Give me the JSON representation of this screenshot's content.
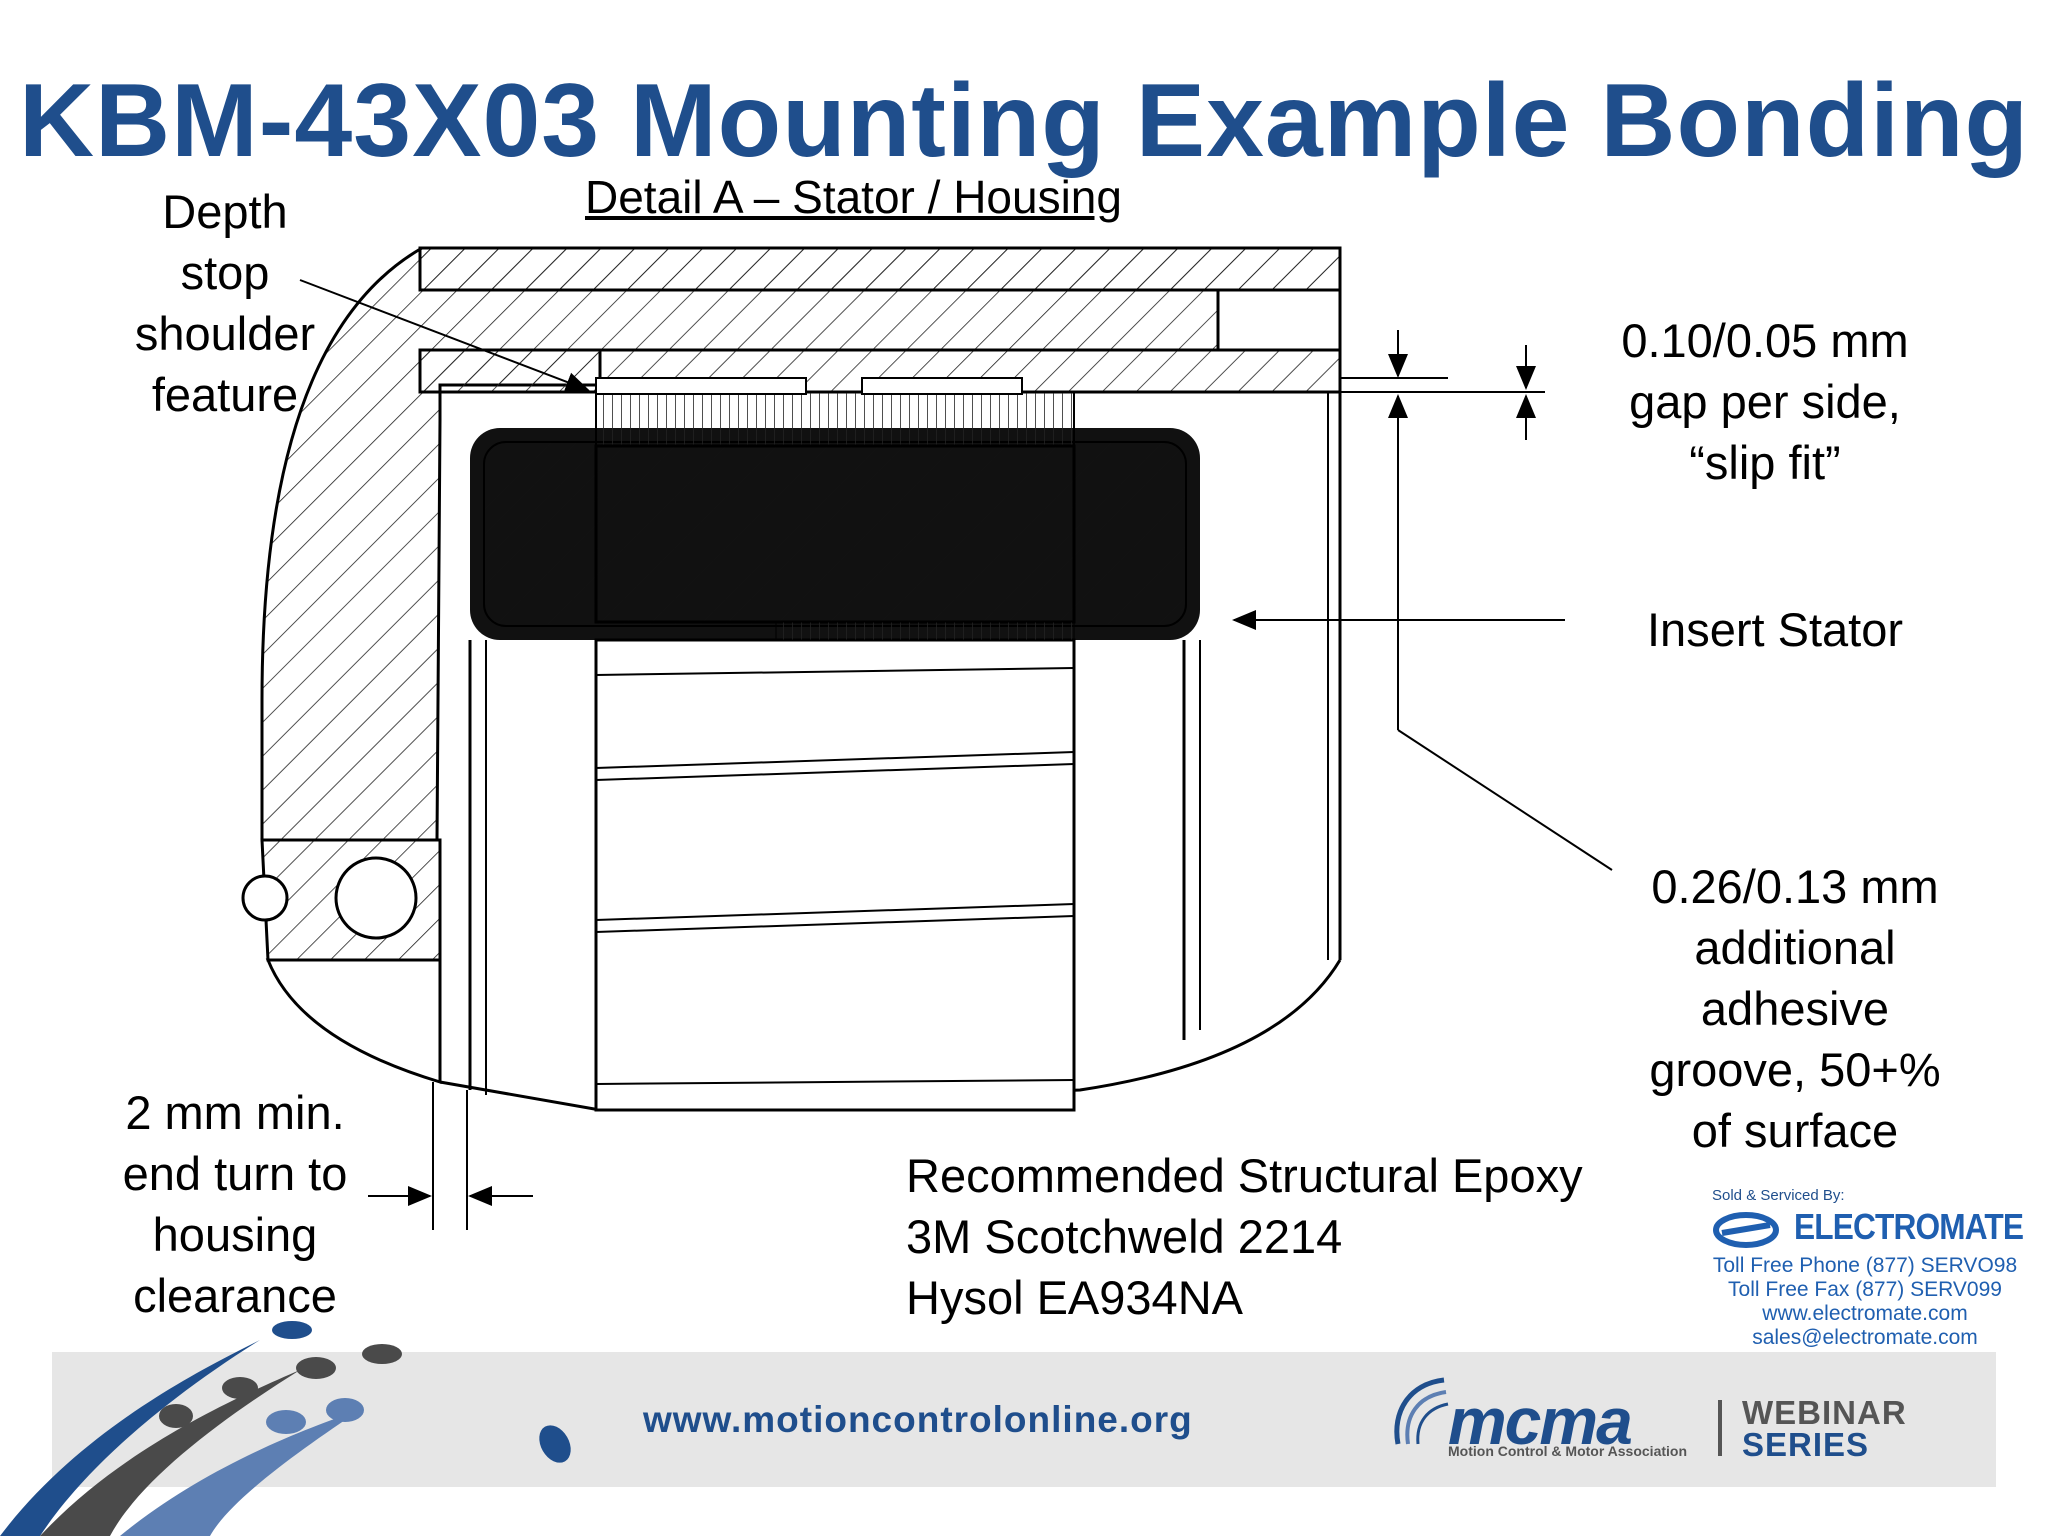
{
  "title": "KBM-43X03 Mounting Example Bonding",
  "subtitle": "Detail A – Stator / Housing",
  "labels": {
    "depth_stop": [
      "Depth",
      "stop",
      "shoulder",
      "feature"
    ],
    "gap": [
      "0.10/0.05 mm",
      "gap per side,",
      "“slip fit”"
    ],
    "insert_stator": "Insert Stator",
    "groove": [
      "0.26/0.13 mm",
      "additional",
      "adhesive",
      "groove, 50+%",
      "of surface"
    ],
    "clearance": [
      "2 mm min.",
      "end turn to",
      "housing",
      "clearance"
    ]
  },
  "epoxy": {
    "heading": "Recommended Structural Epoxy",
    "items": [
      "3M Scotchweld 2214",
      "Hysol EA934NA"
    ]
  },
  "distributor": {
    "sold_by": "Sold & Serviced By:",
    "name": "ELECTROMATE",
    "phone": "Toll Free Phone  (877) SERVO98",
    "fax": "Toll Free Fax  (877) SERV099",
    "web": "www.electromate.com",
    "email": "sales@electromate.com"
  },
  "footer": {
    "url": "www.motioncontrolonline.org",
    "org_logo": "mcma",
    "org_name": "Motion Control & Motor Association",
    "series_line1": "WEBINAR",
    "series_line2": "SERIES"
  },
  "colors": {
    "title": "#1f4e8c",
    "accent": "#1f5fb0",
    "footer_band": "#e6e6e6"
  }
}
